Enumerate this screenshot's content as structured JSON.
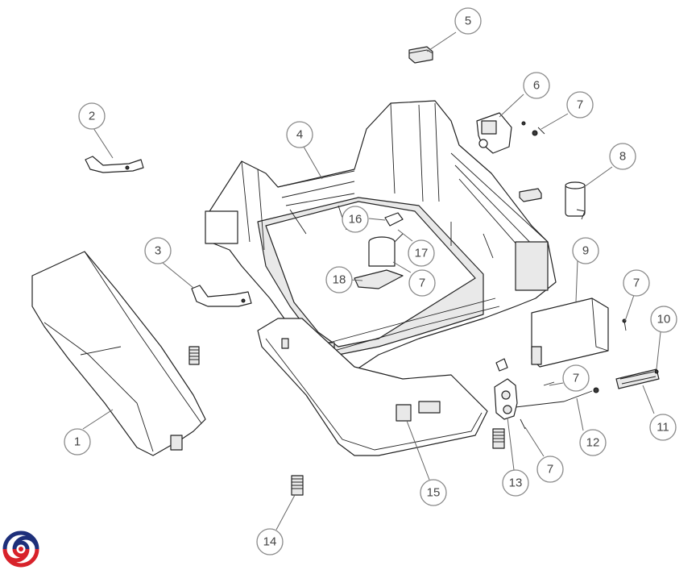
{
  "diagram": {
    "callouts": [
      {
        "id": "c1",
        "label": "1"
      },
      {
        "id": "c2",
        "label": "2"
      },
      {
        "id": "c3",
        "label": "3"
      },
      {
        "id": "c4",
        "label": "4"
      },
      {
        "id": "c5",
        "label": "5"
      },
      {
        "id": "c6",
        "label": "6"
      },
      {
        "id": "c7a",
        "label": "7"
      },
      {
        "id": "c7b",
        "label": "7"
      },
      {
        "id": "c7c",
        "label": "7"
      },
      {
        "id": "c7d",
        "label": "7"
      },
      {
        "id": "c7e",
        "label": "7"
      },
      {
        "id": "c8",
        "label": "8"
      },
      {
        "id": "c9",
        "label": "9"
      },
      {
        "id": "c10",
        "label": "10"
      },
      {
        "id": "c11",
        "label": "11"
      },
      {
        "id": "c12",
        "label": "12"
      },
      {
        "id": "c13",
        "label": "13"
      },
      {
        "id": "c14",
        "label": "14"
      },
      {
        "id": "c15",
        "label": "15"
      },
      {
        "id": "c16",
        "label": "16"
      },
      {
        "id": "c17",
        "label": "17"
      },
      {
        "id": "c18",
        "label": "18"
      }
    ]
  },
  "brand": {
    "logo_colors": [
      "#1d2f7a",
      "#d8222a"
    ]
  }
}
